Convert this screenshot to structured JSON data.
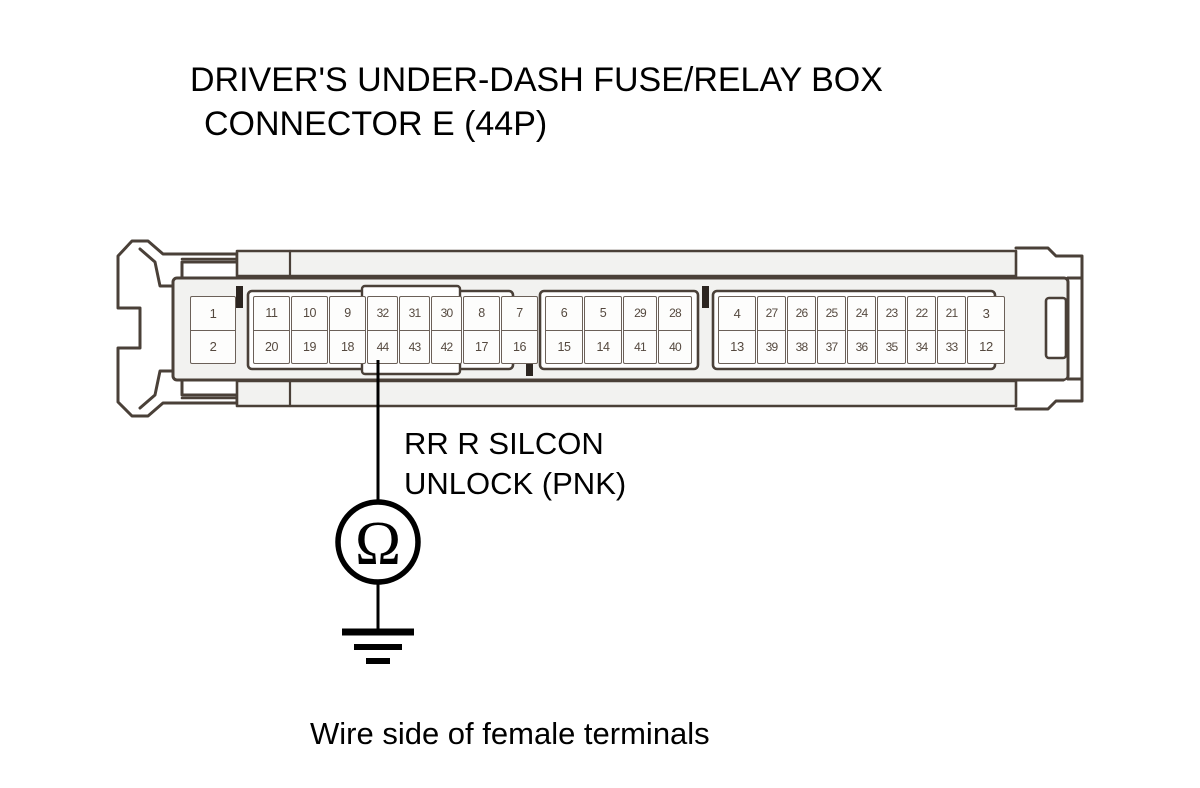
{
  "title": {
    "line1": "DRIVER'S UNDER-DASH FUSE/RELAY BOX",
    "line2": "CONNECTOR E (44P)"
  },
  "wire_label": {
    "line1": "RR R SILCON",
    "line2": "UNLOCK (PNK)"
  },
  "footer": {
    "caption": "Wire side of female terminals"
  },
  "meter": {
    "symbol": "Ω",
    "type": "ohmmeter",
    "ground_symbol": "earth-ground"
  },
  "connector": {
    "name": "CONNECTOR E",
    "pin_count": "44P",
    "probed_pin": "44",
    "colors": {
      "outline": "#4a4038",
      "body_fill": "#f2f2f0",
      "cell_fill": "#fdfdfc",
      "number_text": "#55493f",
      "wire": "#000000"
    },
    "left_block": {
      "top": [
        "1"
      ],
      "bottom": [
        "2"
      ]
    },
    "group1": {
      "top": [
        "11",
        "10",
        "9",
        "32",
        "31",
        "30",
        "8",
        "7"
      ],
      "bottom": [
        "20",
        "19",
        "18",
        "44",
        "43",
        "42",
        "17",
        "16"
      ]
    },
    "group2": {
      "top": [
        "6",
        "5",
        "29",
        "28"
      ],
      "bottom": [
        "15",
        "14",
        "41",
        "40"
      ]
    },
    "group3": {
      "top": [
        "4",
        "27",
        "26",
        "25",
        "24",
        "23",
        "22",
        "21",
        "3"
      ],
      "bottom": [
        "13",
        "39",
        "38",
        "37",
        "36",
        "35",
        "34",
        "33",
        "12"
      ]
    }
  }
}
